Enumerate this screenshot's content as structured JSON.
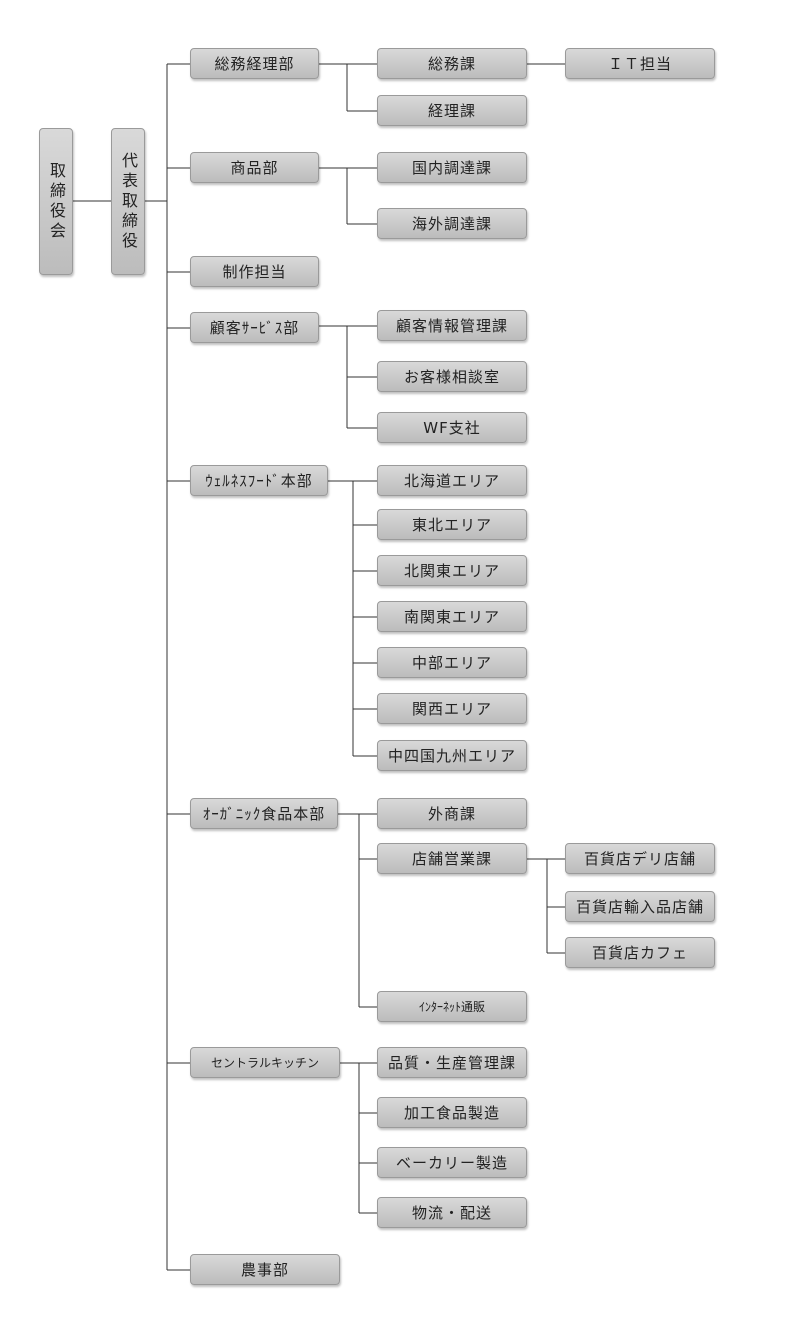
{
  "nodes": {
    "board": "取締役会",
    "ceo": "代表取締役",
    "soumu_keiri": "総務経理部",
    "soumu": "総務課",
    "it": "ＩＴ担当",
    "keiri": "経理課",
    "shohin": "商品部",
    "kokunai": "国内調達課",
    "kaigai": "海外調達課",
    "seisaku": "制作担当",
    "customer_service": "顧客ｻｰﾋﾞｽ部",
    "customer_info": "顧客情報管理課",
    "consult": "お客様相談室",
    "wf": "WF支社",
    "wellness": "ｳｪﾙﾈｽﾌｰﾄﾞ本部",
    "hokkaido": "北海道エリア",
    "tohoku": "東北エリア",
    "kitakanto": "北関東エリア",
    "minamikanto": "南関東エリア",
    "chubu": "中部エリア",
    "kansai": "関西エリア",
    "chushikoku": "中四国九州エリア",
    "organic": "ｵｰｶﾞﾆｯｸ食品本部",
    "gaisho": "外商課",
    "tenpo": "店舗営業課",
    "deli": "百貨店デリ店舗",
    "import": "百貨店輸入品店舗",
    "cafe": "百貨店カフェ",
    "internet": "ｲﾝﾀｰﾈｯﾄ通販",
    "central": "セントラルキッチン",
    "quality": "品質・生産管理課",
    "processed": "加工食品製造",
    "bakery": "ベーカリー製造",
    "logistics": "物流・配送",
    "nouji": "農事部"
  }
}
